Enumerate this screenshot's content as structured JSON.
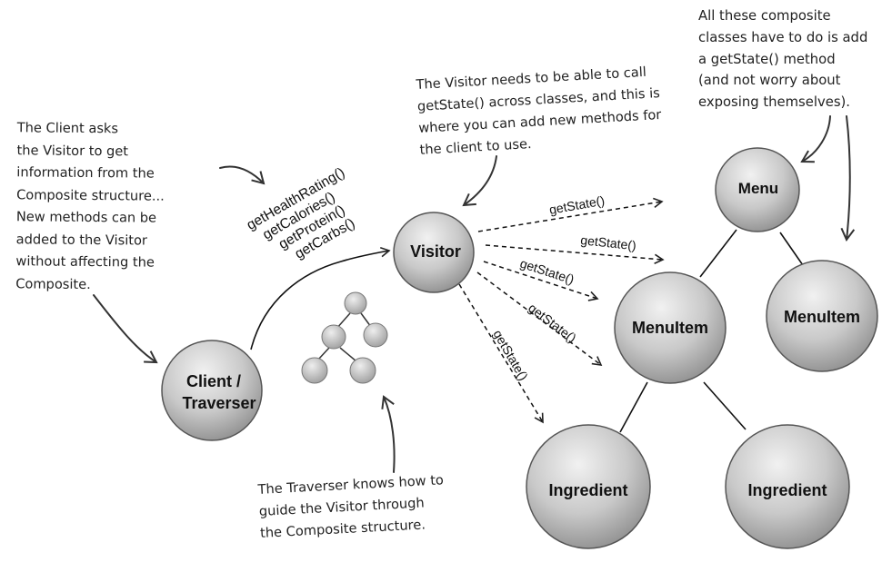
{
  "nodes": {
    "client": [
      "Client /",
      "Traverser"
    ],
    "visitor": "Visitor",
    "menu": "Menu",
    "menu_item_left": "MenuItem",
    "menu_item_right": "MenuItem",
    "ingredient_left": "Ingredient",
    "ingredient_right": "Ingredient"
  },
  "client_methods": [
    "getHealthRating()",
    "getCalories()",
    "getProtein()",
    "getCarbs()"
  ],
  "visitor_calls": [
    "getState()",
    "getState()",
    "getState()",
    "getState()",
    "getState()"
  ],
  "notes": {
    "client": "The Client asks\nthe Visitor to get\ninformation from the\nComposite structure...\nNew methods can be\nadded to the Visitor\nwithout affecting the\nComposite.",
    "visitor": "The Visitor needs to be able to call\ngetState() across classes, and this is\nwhere you can add new methods for\nthe client to use.",
    "composite": "All these composite\nclasses have to do is add\na getState() method\n(and not worry about\nexposing themselves).",
    "traverser": "The Traverser knows how to\nguide the Visitor through\nthe Composite structure."
  }
}
